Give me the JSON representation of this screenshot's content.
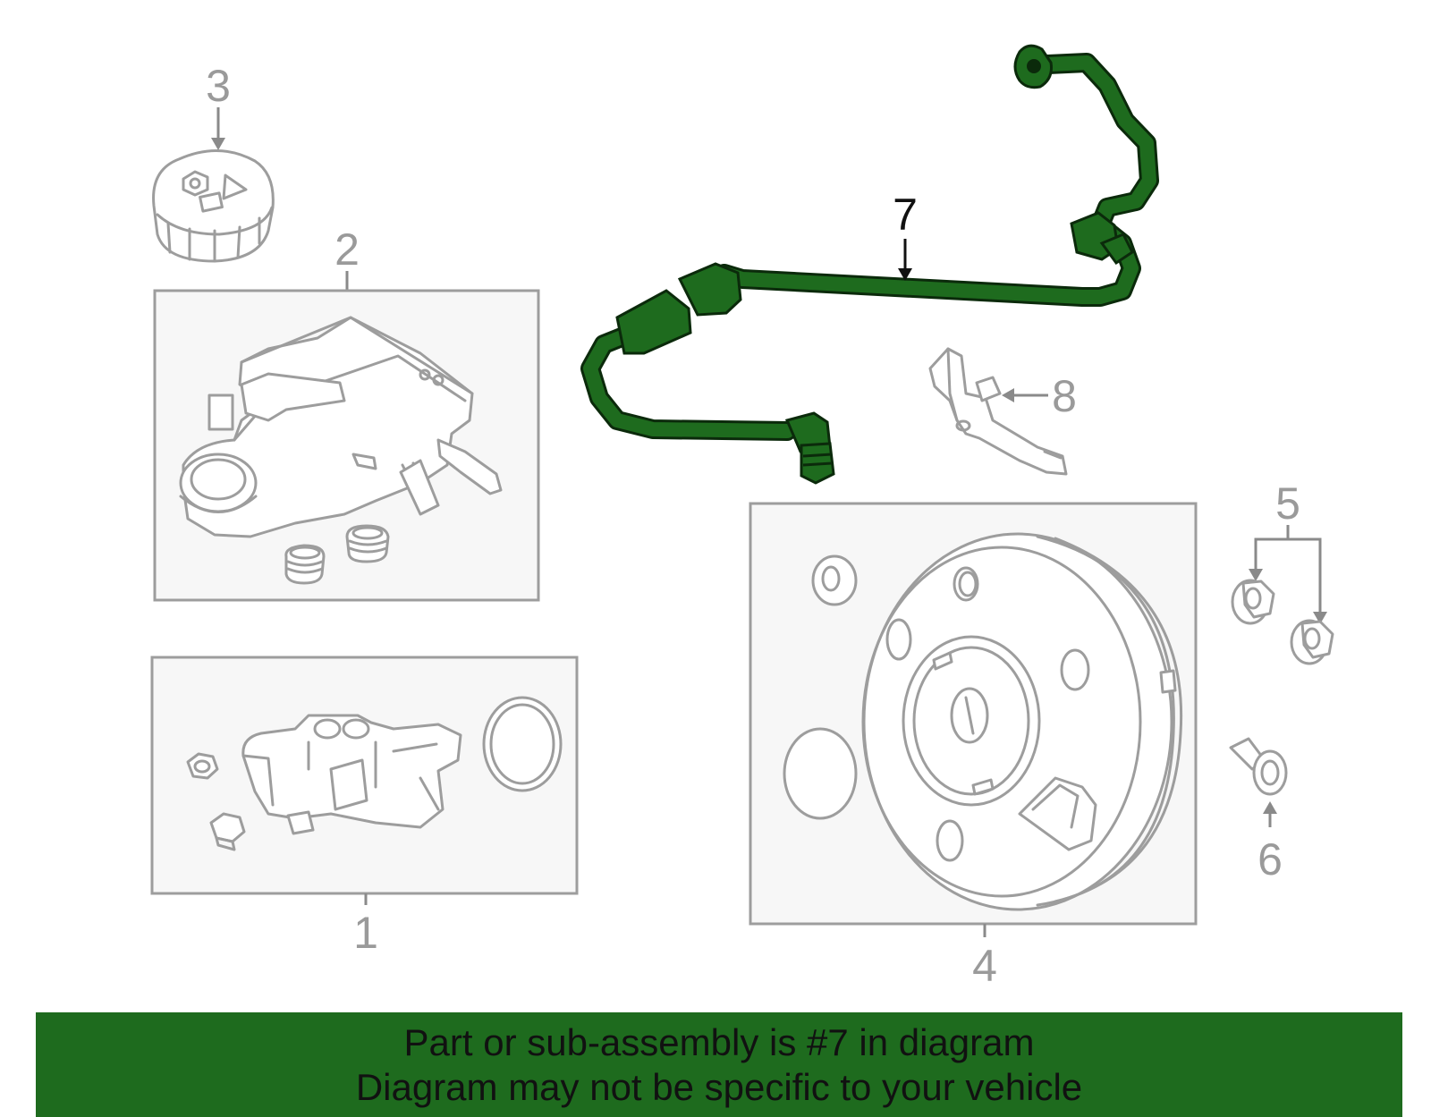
{
  "callouts": {
    "c1": "1",
    "c2": "2",
    "c3": "3",
    "c4": "4",
    "c5": "5",
    "c6": "6",
    "c7": "7",
    "c8": "8"
  },
  "highlight": {
    "part_number": "7",
    "color": "#1e6b1e"
  },
  "banner": {
    "line1": "Part or sub-assembly is #7 in diagram",
    "line2": "Diagram may not be specific to your vehicle",
    "background": "#1e6b1e"
  }
}
